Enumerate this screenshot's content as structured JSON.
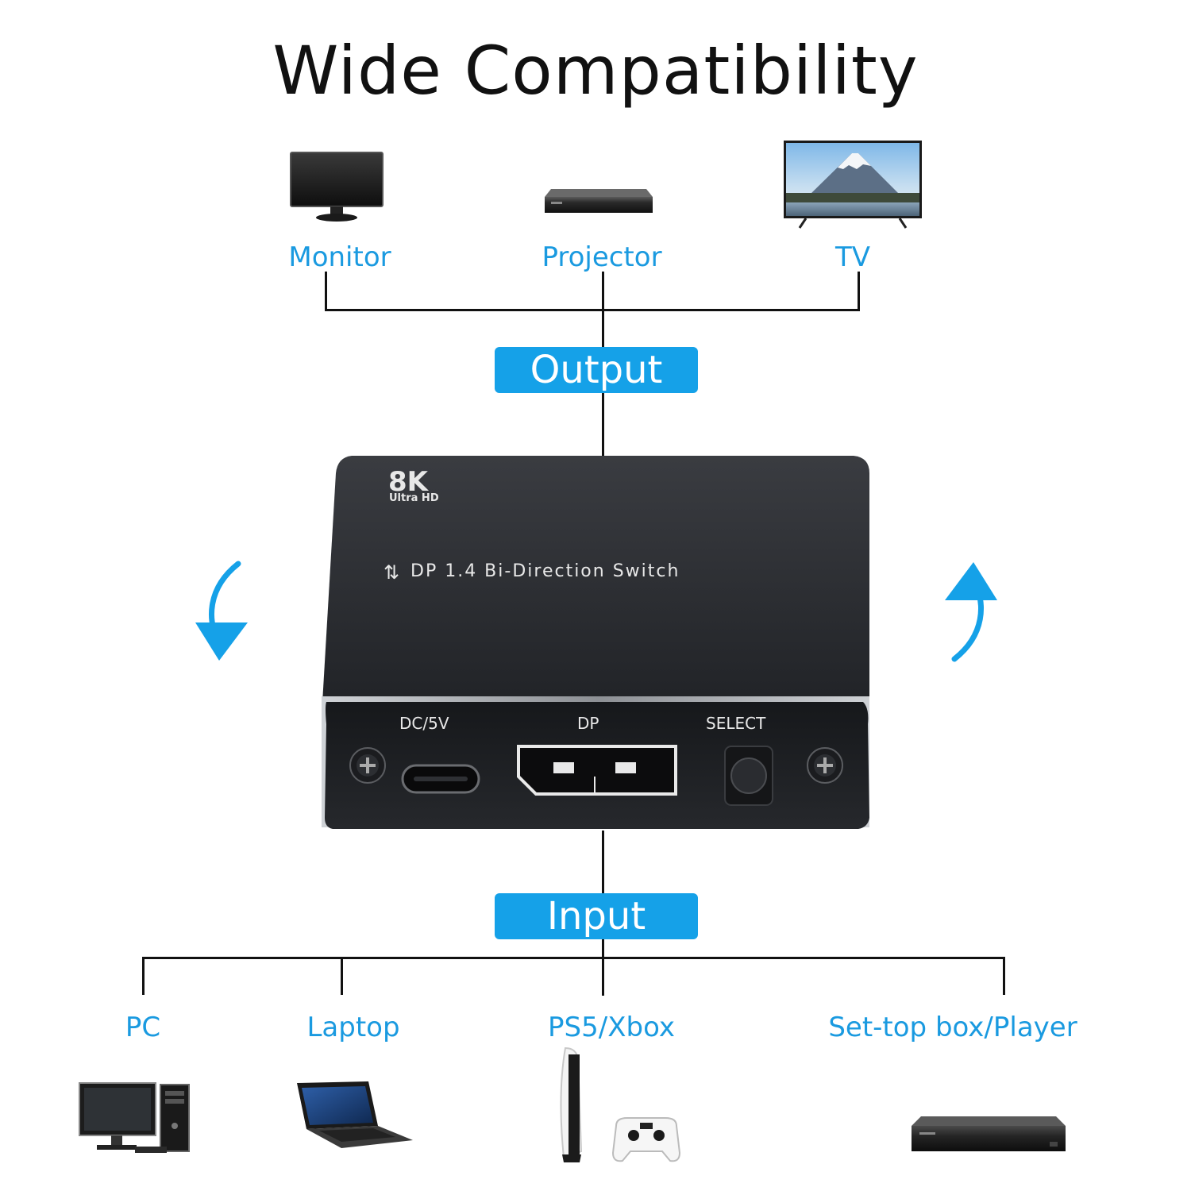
{
  "title": "Wide Compatibility",
  "output": {
    "label": "Output",
    "devices": [
      {
        "label": "Monitor",
        "icon": "monitor-icon"
      },
      {
        "label": "Projector",
        "icon": "projector-icon"
      },
      {
        "label": "TV",
        "icon": "tv-icon"
      }
    ]
  },
  "input": {
    "label": "Input",
    "devices": [
      {
        "label": "PC",
        "icon": "desktop-pc-icon"
      },
      {
        "label": "Laptop",
        "icon": "laptop-icon"
      },
      {
        "label": "PS5/Xbox",
        "icon": "game-console-icon"
      },
      {
        "label": "Set-top box/Player",
        "icon": "set-top-box-icon"
      }
    ]
  },
  "switch": {
    "badge_main": "8K",
    "badge_sub": "Ultra HD",
    "name": "DP 1.4 Bi-Direction Switch",
    "ports": {
      "power": "DC/5V",
      "dp": "DP",
      "select": "SELECT"
    }
  },
  "colors": {
    "accent": "#15a1e8",
    "label": "#1a9ae0",
    "device_body": "#2b2d31"
  }
}
